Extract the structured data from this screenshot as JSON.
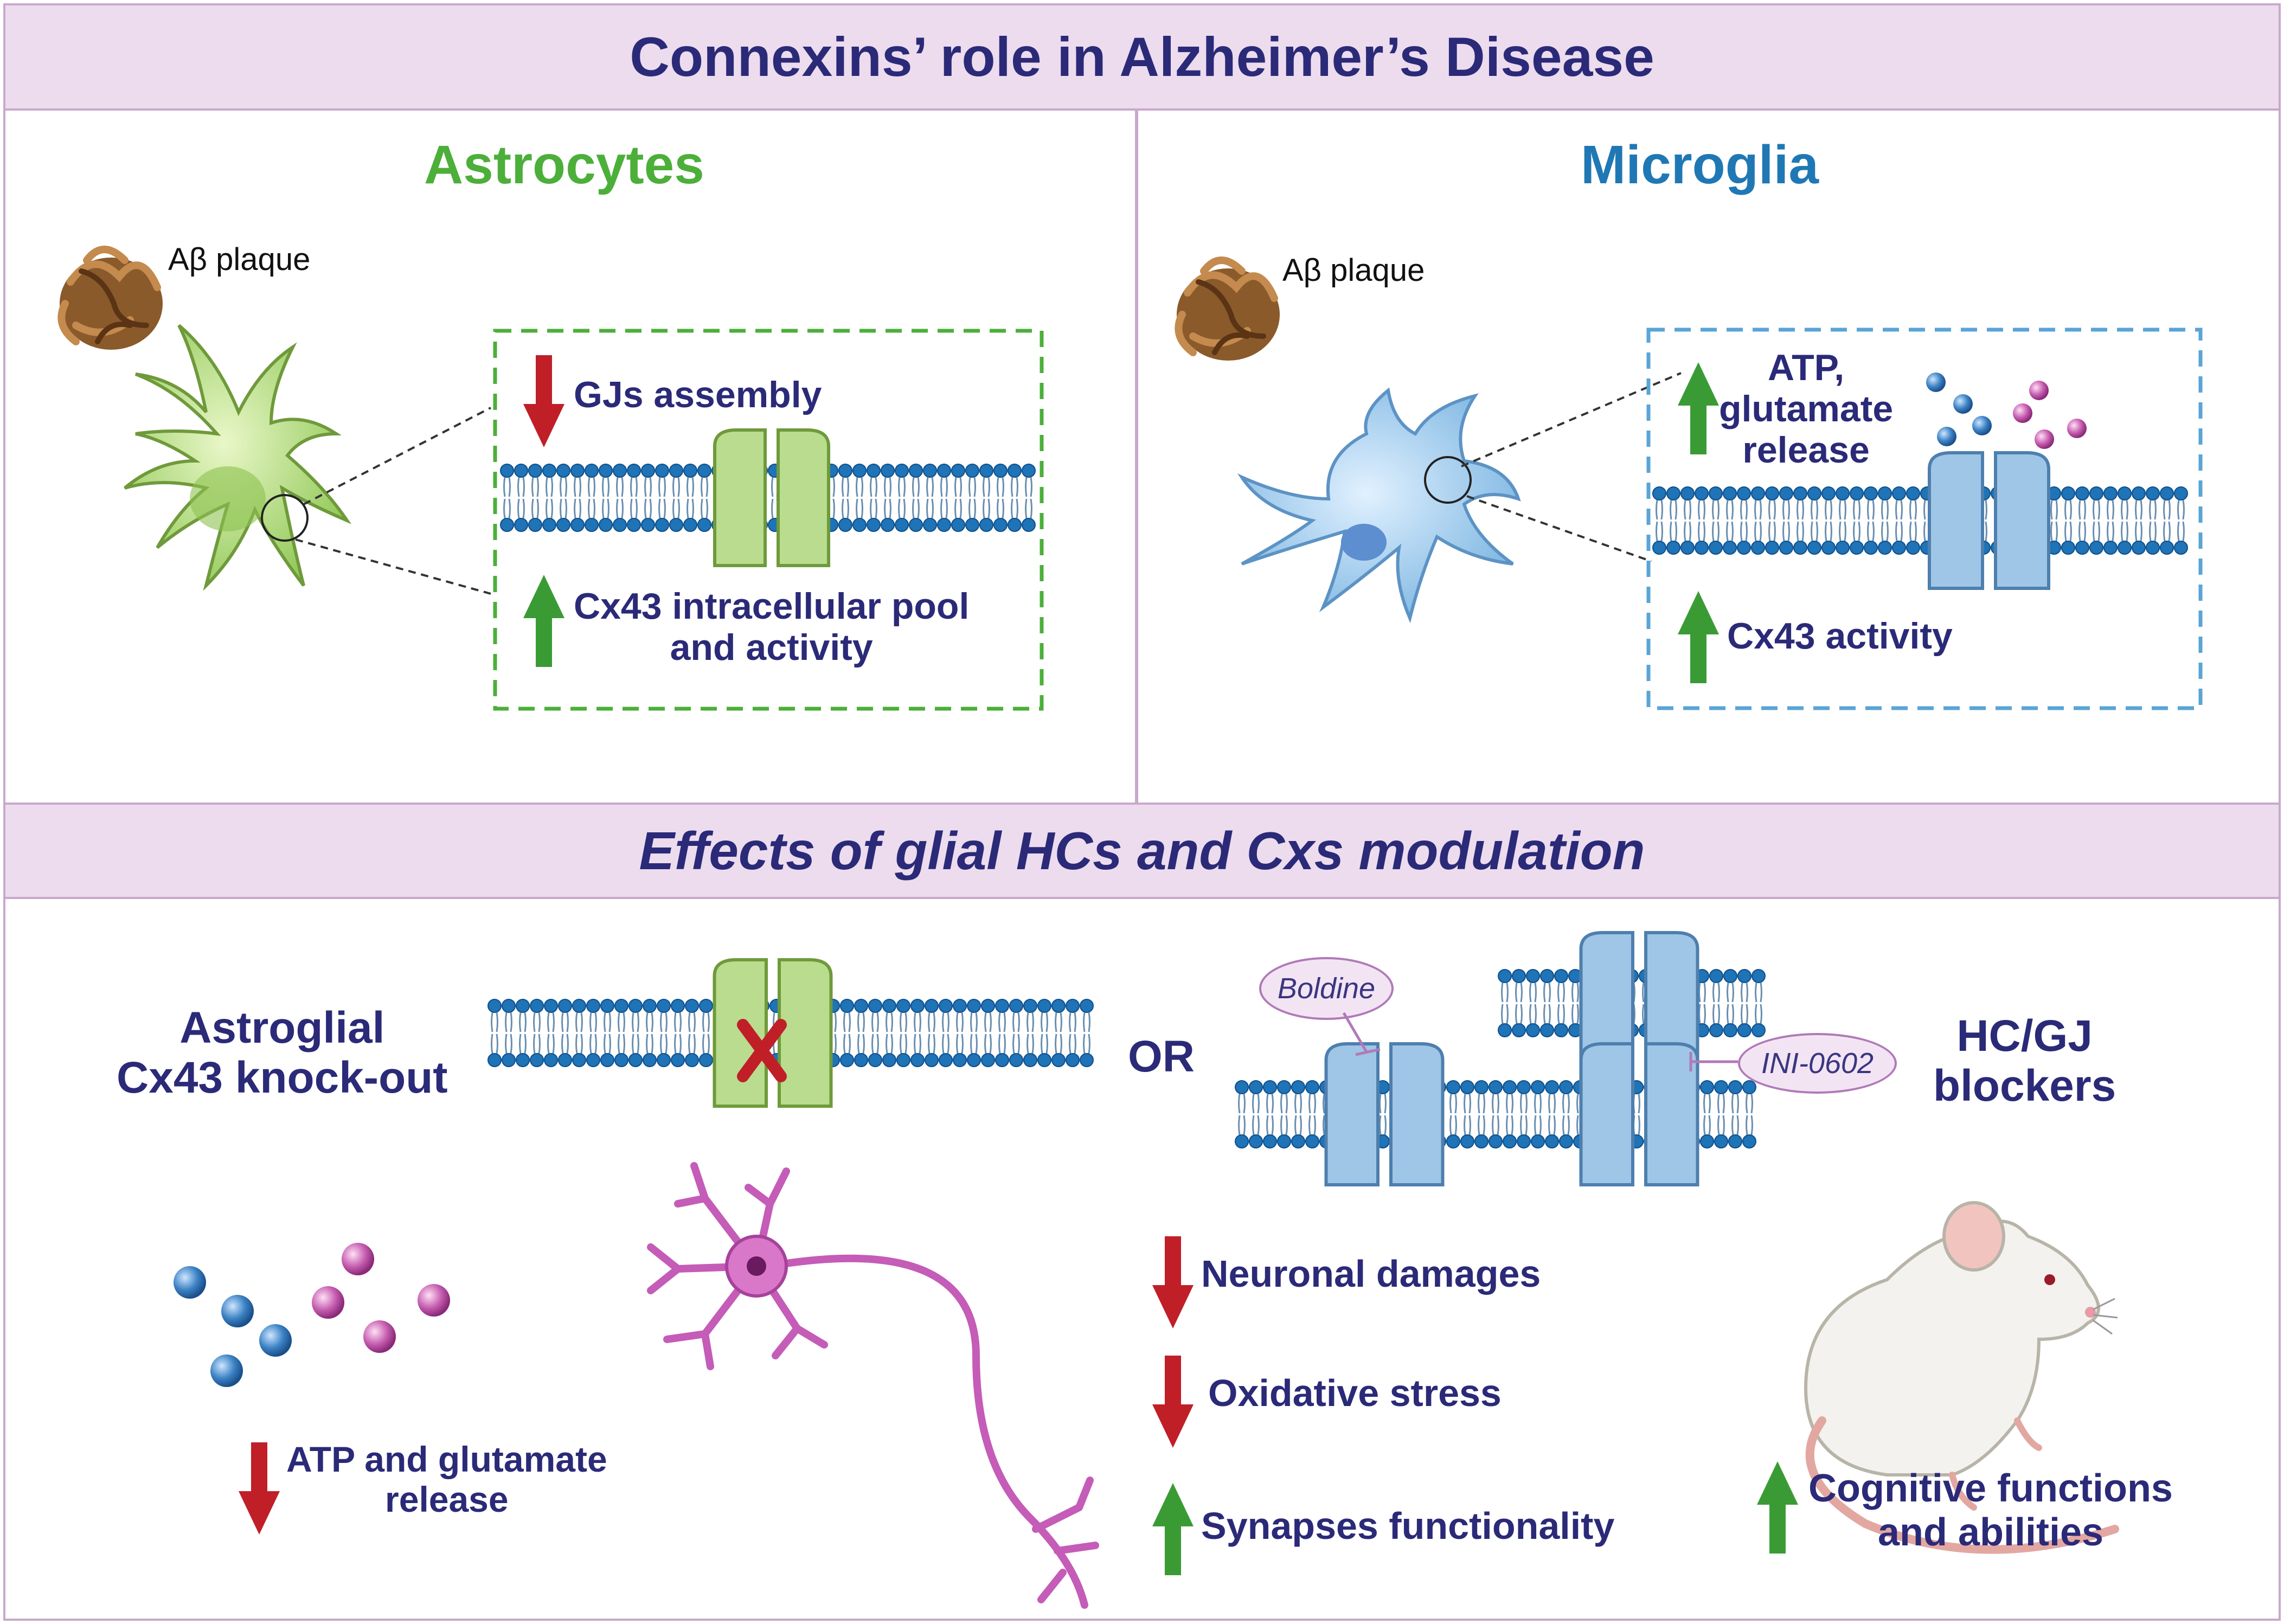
{
  "header": {
    "title": "Connexins’ role in Alzheimer’s Disease"
  },
  "astrocytes": {
    "title": "Astrocytes",
    "plaque_label": "Aβ plaque",
    "down_label": "GJs assembly",
    "up_label_line1": "Cx43 intracellular pool",
    "up_label_line2": "and activity"
  },
  "microglia": {
    "title": "Microglia",
    "plaque_label": "Aβ plaque",
    "up_label_line1": "ATP,",
    "up_label_line2": "glutamate",
    "up_label_line3": "release",
    "activity_label": "Cx43 activity"
  },
  "effects": {
    "title": "Effects of glial HCs and Cxs modulation",
    "knockout_line1": "Astroglial",
    "knockout_line2": "Cx43 knock-out",
    "or_label": "OR",
    "blockers_line1": "HC/GJ",
    "blockers_line2": "blockers",
    "boldine_label": "Boldine",
    "ini_label": "INI-0602",
    "atp_line1": "ATP and glutamate",
    "atp_line2": "release",
    "neuronal_damages": "Neuronal damages",
    "oxidative_stress": "Oxidative stress",
    "synapses": "Synapses functionality",
    "cognitive_line1": "Cognitive functions",
    "cognitive_line2": "and abilities"
  },
  "colors": {
    "navy": "#2b2a78",
    "astro_green": "#4caf3a",
    "micro_blue": "#1f78b4",
    "up_arrow": "#3a9b35",
    "down_arrow": "#c01f28",
    "band": "#ecdcee",
    "border": "#c9a8cc"
  },
  "icons": [
    "plaque-icon",
    "astrocyte-icon",
    "microglia-icon",
    "neuron-icon",
    "mouse-icon",
    "membrane-icon",
    "channel-icon",
    "molecule-icon",
    "up-arrow-icon",
    "down-arrow-icon",
    "blocked-x-icon"
  ]
}
